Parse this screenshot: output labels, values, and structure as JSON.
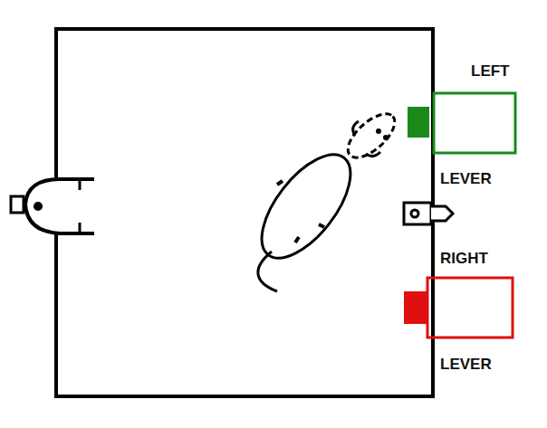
{
  "diagram": {
    "labels": [
      "LEFT",
      "LEVER",
      "RIGHT",
      "LEVER"
    ]
  }
}
